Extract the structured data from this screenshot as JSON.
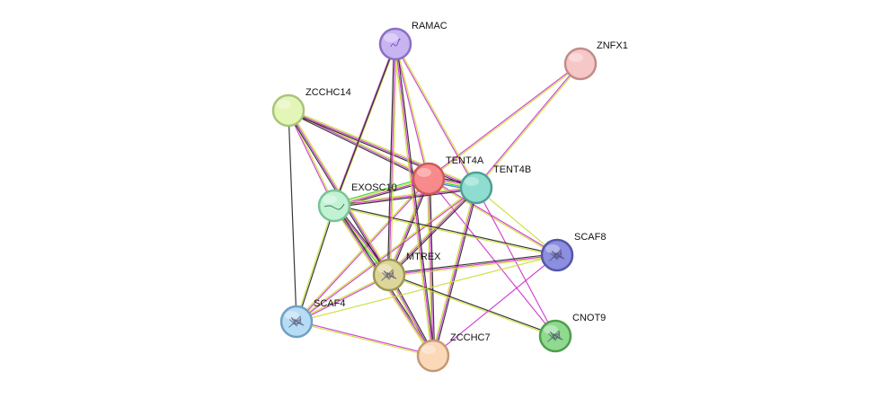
{
  "network": {
    "nodes": [
      {
        "id": "RAMAC",
        "label": "RAMAC",
        "color": "#c9b4f2",
        "stroke": "#8a6fc4",
        "icon": "structure-squiggle"
      },
      {
        "id": "ZNFX1",
        "label": "ZNFX1",
        "color": "#f5c7c7",
        "stroke": "#c48a8a",
        "icon": null
      },
      {
        "id": "ZCCHC14",
        "label": "ZCCHC14",
        "color": "#e4f5b8",
        "stroke": "#a9c47a",
        "icon": null
      },
      {
        "id": "TENT4A",
        "label": "TENT4A",
        "color": "#f78a8a",
        "stroke": "#cc5a5a",
        "icon": null
      },
      {
        "id": "TENT4B",
        "label": "TENT4B",
        "color": "#8fdcd0",
        "stroke": "#4ea096",
        "icon": null
      },
      {
        "id": "EXOSC10",
        "label": "EXOSC10",
        "color": "#c2f2d4",
        "stroke": "#78c496",
        "icon": "structure-line"
      },
      {
        "id": "SCAF8",
        "label": "SCAF8",
        "color": "#8c8ee0",
        "stroke": "#5456a8",
        "icon": "protein-structure"
      },
      {
        "id": "MTREX",
        "label": "MTREX",
        "color": "#ddd69a",
        "stroke": "#9e9654",
        "icon": "protein-structure"
      },
      {
        "id": "SCAF4",
        "label": "SCAF4",
        "color": "#b7dcf5",
        "stroke": "#6fa0c4",
        "icon": "protein-structure"
      },
      {
        "id": "CNOT9",
        "label": "CNOT9",
        "color": "#8fda8f",
        "stroke": "#4e9e4e",
        "icon": "protein-structure"
      },
      {
        "id": "ZCCHC7",
        "label": "ZCCHC7",
        "color": "#fbd8b8",
        "stroke": "#c49a78",
        "icon": null
      }
    ],
    "edges": [
      {
        "a": "TENT4A",
        "b": "TENT4B",
        "types": [
          "#222222",
          "#cc33cc",
          "#ccdd33",
          "#33cc33",
          "#3366ff"
        ]
      },
      {
        "a": "TENT4A",
        "b": "EXOSC10",
        "types": [
          "#222222",
          "#cc33cc",
          "#ccdd33",
          "#33cc33"
        ]
      },
      {
        "a": "TENT4A",
        "b": "MTREX",
        "types": [
          "#222222",
          "#cc33cc",
          "#ccdd33"
        ]
      },
      {
        "a": "TENT4A",
        "b": "ZCCHC14",
        "types": [
          "#222222",
          "#cc33cc",
          "#ccdd33"
        ]
      },
      {
        "a": "TENT4A",
        "b": "RAMAC",
        "types": [
          "#cc33cc",
          "#ccdd33"
        ]
      },
      {
        "a": "TENT4A",
        "b": "ZNFX1",
        "types": [
          "#cc33cc",
          "#ccdd33"
        ]
      },
      {
        "a": "TENT4A",
        "b": "ZCCHC7",
        "types": [
          "#222222",
          "#cc33cc",
          "#ccdd33"
        ]
      },
      {
        "a": "TENT4A",
        "b": "SCAF8",
        "types": [
          "#cc33cc",
          "#ccdd33"
        ]
      },
      {
        "a": "TENT4A",
        "b": "SCAF4",
        "types": [
          "#cc33cc",
          "#ccdd33"
        ]
      },
      {
        "a": "TENT4A",
        "b": "CNOT9",
        "types": [
          "#cc33cc"
        ]
      },
      {
        "a": "TENT4B",
        "b": "EXOSC10",
        "types": [
          "#222222",
          "#cc33cc",
          "#ccdd33"
        ]
      },
      {
        "a": "TENT4B",
        "b": "MTREX",
        "types": [
          "#222222",
          "#cc33cc",
          "#ccdd33"
        ]
      },
      {
        "a": "TENT4B",
        "b": "ZCCHC14",
        "types": [
          "#222222",
          "#cc33cc",
          "#ccdd33"
        ]
      },
      {
        "a": "TENT4B",
        "b": "RAMAC",
        "types": [
          "#cc33cc",
          "#ccdd33"
        ]
      },
      {
        "a": "TENT4B",
        "b": "ZNFX1",
        "types": [
          "#cc33cc",
          "#ccdd33"
        ]
      },
      {
        "a": "TENT4B",
        "b": "ZCCHC7",
        "types": [
          "#222222",
          "#cc33cc",
          "#ccdd33"
        ]
      },
      {
        "a": "TENT4B",
        "b": "SCAF8",
        "types": [
          "#ccdd33"
        ]
      },
      {
        "a": "TENT4B",
        "b": "SCAF4",
        "types": [
          "#cc33cc",
          "#ccdd33"
        ]
      },
      {
        "a": "TENT4B",
        "b": "CNOT9",
        "types": [
          "#cc33cc"
        ]
      },
      {
        "a": "EXOSC10",
        "b": "MTREX",
        "types": [
          "#222222",
          "#cc33cc",
          "#ccdd33",
          "#33cc33"
        ]
      },
      {
        "a": "EXOSC10",
        "b": "RAMAC",
        "types": [
          "#cc33cc",
          "#ccdd33"
        ]
      },
      {
        "a": "EXOSC10",
        "b": "ZCCHC14",
        "types": [
          "#cc33cc",
          "#ccdd33"
        ]
      },
      {
        "a": "EXOSC10",
        "b": "ZCCHC7",
        "types": [
          "#222222",
          "#cc33cc",
          "#ccdd33"
        ]
      },
      {
        "a": "EXOSC10",
        "b": "SCAF8",
        "types": [
          "#222222",
          "#ccdd33"
        ]
      },
      {
        "a": "EXOSC10",
        "b": "SCAF4",
        "types": [
          "#222222",
          "#ccdd33"
        ]
      },
      {
        "a": "MTREX",
        "b": "RAMAC",
        "types": [
          "#222222",
          "#cc33cc",
          "#ccdd33"
        ]
      },
      {
        "a": "MTREX",
        "b": "ZCCHC14",
        "types": [
          "#222222",
          "#cc33cc",
          "#ccdd33"
        ]
      },
      {
        "a": "MTREX",
        "b": "ZCCHC7",
        "types": [
          "#222222",
          "#cc33cc",
          "#ccdd33"
        ]
      },
      {
        "a": "MTREX",
        "b": "SCAF8",
        "types": [
          "#222222",
          "#cc33cc",
          "#ccdd33"
        ]
      },
      {
        "a": "MTREX",
        "b": "SCAF4",
        "types": [
          "#cc33cc",
          "#ccdd33"
        ]
      },
      {
        "a": "MTREX",
        "b": "CNOT9",
        "types": [
          "#222222",
          "#ccdd33"
        ]
      },
      {
        "a": "RAMAC",
        "b": "ZCCHC7",
        "types": [
          "#222222",
          "#cc33cc",
          "#ccdd33"
        ]
      },
      {
        "a": "RAMAC",
        "b": "EXOSC10",
        "types": [
          "#222222"
        ]
      },
      {
        "a": "ZCCHC14",
        "b": "SCAF4",
        "types": [
          "#222222"
        ]
      },
      {
        "a": "SCAF4",
        "b": "ZCCHC7",
        "types": [
          "#cc33cc",
          "#ccdd33"
        ]
      },
      {
        "a": "SCAF8",
        "b": "ZCCHC7",
        "types": [
          "#cc33cc"
        ]
      },
      {
        "a": "SCAF8",
        "b": "SCAF4",
        "types": [
          "#ccdd33"
        ]
      }
    ]
  }
}
